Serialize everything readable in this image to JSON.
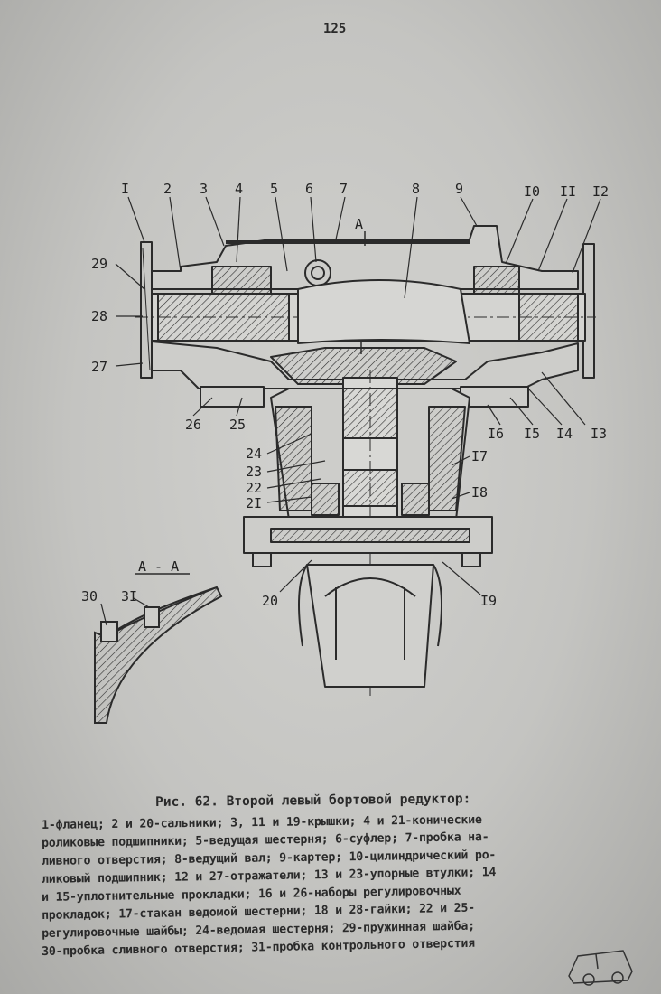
{
  "page_number": "125",
  "figure": {
    "caption": "Рис. 62. Второй левый бортовой редуктор:",
    "section_label": "А - А",
    "section_marker": "А",
    "callouts": {
      "c1": "I",
      "c2": "2",
      "c3": "3",
      "c4": "4",
      "c5": "5",
      "c6": "6",
      "c7": "7",
      "c8": "8",
      "c9": "9",
      "c10": "I0",
      "c11": "II",
      "c12": "I2",
      "c13": "I3",
      "c14": "I4",
      "c15": "I5",
      "c16": "I6",
      "c17": "I7",
      "c18": "I8",
      "c19": "I9",
      "c20": "20",
      "c21": "2I",
      "c22": "22",
      "c23": "23",
      "c24": "24",
      "c25": "25",
      "c26": "26",
      "c27": "27",
      "c28": "28",
      "c29": "29",
      "c30": "30",
      "c31": "3I"
    }
  },
  "legend_lines": [
    "1-фланец; 2 и 20-сальники; 3, 11 и 19-крышки; 4 и 21-конические",
    "роликовые подшипники; 5-ведущая шестерня; 6-суфлер; 7-пробка на-",
    "ливного отверстия; 8-ведущий вал; 9-картер; 10-цилиндрический ро-",
    "ликовый подшипник; 12 и 27-отражатели; 13 и 23-упорные втулки; 14",
    "и 15-уплотнительные прокладки; 16 и 26-наборы регулировочных",
    "прокладок; 17-стакан ведомой шестерни; 18 и 28-гайки; 22 и 25-",
    "регулировочные шайбы; 24-ведомая шестерня; 29-пружинная шайба;",
    "30-пробка сливного отверстия; 31-пробка контрольного отверстия"
  ]
}
